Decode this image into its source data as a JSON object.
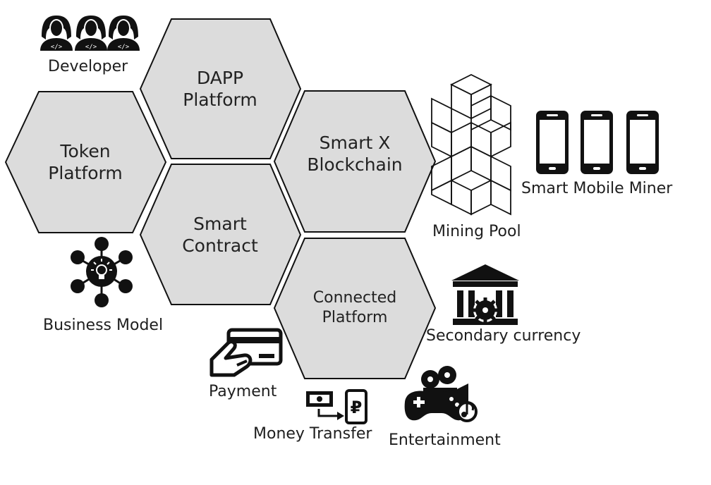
{
  "hexagons": [
    {
      "id": "token",
      "line1": "Token",
      "line2": "Platform"
    },
    {
      "id": "dapp",
      "line1": "DAPP",
      "line2": "Platform"
    },
    {
      "id": "smartcontract",
      "line1": "Smart",
      "line2": "Contract"
    },
    {
      "id": "smartx",
      "line1": "Smart X",
      "line2": "Blockchain"
    },
    {
      "id": "connected",
      "line1": "Connected",
      "line2": "Platform"
    }
  ],
  "labels": {
    "developer": "Developer",
    "business_model": "Business Model",
    "mining_pool": "Mining Pool",
    "smart_mobile_miner": "Smart Mobile Miner",
    "secondary_currency": "Secondary currency",
    "payment": "Payment",
    "money_transfer": "Money Transfer",
    "entertainment": "Entertainment"
  },
  "icons": [
    "developer-icon",
    "business-model-icon",
    "mining-pool-icon",
    "smartphone-icon",
    "bank-icon",
    "payment-card-icon",
    "money-transfer-icon",
    "entertainment-icon"
  ],
  "colors": {
    "hex_fill": "#dcdcdc",
    "hex_stroke": "#111111",
    "icon": "#111111"
  }
}
